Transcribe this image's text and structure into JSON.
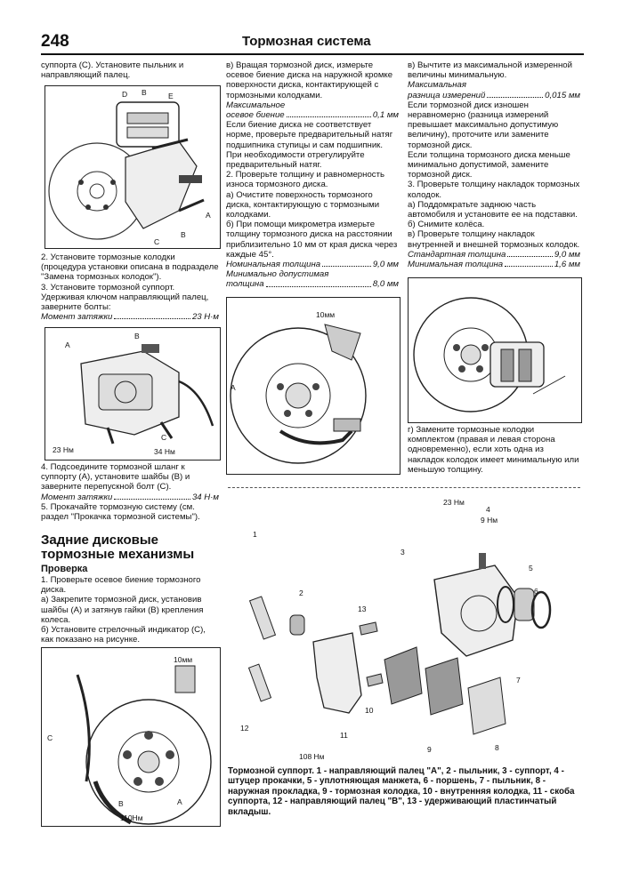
{
  "header": {
    "page_number": "248",
    "title": "Тормозная система"
  },
  "col1": {
    "p1": "суппорта (С). Установите пыльник и направляющий палец.",
    "fig1_labels": {
      "d": "D",
      "b": "B",
      "e": "E",
      "a": "A",
      "b2": "B",
      "c": "C"
    },
    "p2": "2. Установите тормозные колодки (процедура установки описана в подразделе \"Замена тормозных колодок\").",
    "p3": "3. Установите тормозной суппорт. Удерживая ключом направляющий палец, заверните болты:",
    "torque1_label": "Момент затяжки",
    "torque1_value": "23 Н·м",
    "fig2_labels": {
      "a": "A",
      "b": "B",
      "c": "C",
      "t1": "23 Нм",
      "t2": "34 Нм"
    },
    "p4": "4. Подсоедините тормозной шланг к суппорту (А), установите шайбы (В) и заверните перепускной болт (С).",
    "torque2_label": "Момент затяжки",
    "torque2_value": "34 Н·м",
    "p5": "5. Прокачайте тормозную систему (см. раздел \"Прокачка тормозной системы\").",
    "section_title": "Задние дисковые тормозные механизмы",
    "subsection_title": "Проверка",
    "p6": "1. Проверьте осевое биение тормозного диска.",
    "p7": "а) Закрепите тормозной диск, установив шайбы (А) и затянув гайки (В) крепления колеса.",
    "p8": "б) Установите стрелочный индикатор (С), как показано на рисунке.",
    "fig3_labels": {
      "mm": "10мм",
      "c": "C",
      "a": "A",
      "b": "B",
      "t": "110Нм"
    }
  },
  "col2": {
    "p1": "в) Вращая тормозной диск, измерьте осевое биение диска на наружной кромке поверхности диска, контактирующей с тормозными колодками.",
    "spec1_label1": "Максимальное",
    "spec1_label2": "осевое биение",
    "spec1_value": "0,1 мм",
    "p2": "Если биение диска не соответствует норме, проверьте предварительный натяг подшипника ступицы и сам подшипник. При необходимости отрегулируйте предварительный натяг.",
    "p3": "2. Проверьте толщину и равномерность износа тормозного диска.",
    "p4": "а) Очистите поверхность тормозного диска, контактирующую с тормозными колодками.",
    "p5": "б) При помощи микрометра измерьте толщину тормозного диска на расстоянии приблизительно 10 мм от края диска через каждые 45°.",
    "spec2_label": "Номинальная толщина",
    "spec2_value": "9,0 мм",
    "spec3_label1": "Минимально допустимая",
    "spec3_label2": "толщина",
    "spec3_value": "8,0 мм",
    "fig_labels": {
      "mm": "10мм",
      "a": "A"
    }
  },
  "col3": {
    "p1": "в) Вычтите из максимальной измеренной величины минимальную.",
    "spec1_label1": "Максимальная",
    "spec1_label2": "разница измерений",
    "spec1_value": "0,015 мм",
    "p2": "Если тормозной диск изношен неравномерно (разница измерений превышает максимально допустимую величину), проточите или замените тормозной диск.",
    "p3": "Если толщина тормозного диска меньше минимально допустимой, замените тормозной диск.",
    "p4": "3. Проверьте толщину накладок тормозных колодок.",
    "p5": "а) Поддомкратьте заднюю часть автомобиля и установите ее на подставки.",
    "p6": "б) Снимите колёса.",
    "p7": "в) Проверьте толщину накладок внутренней и внешней тормозных колодок.",
    "spec2_label": "Стандартная толщина",
    "spec2_value": "9,0 мм",
    "spec3_label": "Минимальная толщина",
    "spec3_value": "1,6 мм",
    "p8": "г) Замените тормозные колодки комплектом (правая и левая сторона одновременно), если хоть одна из накладок колодок имеет минимальную или меньшую толщину."
  },
  "exploded": {
    "labels": {
      "n1": "1",
      "n2": "2",
      "n3": "3",
      "n4": "4",
      "n5": "5",
      "n6": "6",
      "n7": "7",
      "n8": "8",
      "n9": "9",
      "n10": "10",
      "n11": "11",
      "n12": "12",
      "n13": "13",
      "t23": "23 Нм",
      "t9": "9 Нм",
      "t108": "108 Нм"
    },
    "caption": "Тормозной суппорт. 1 - направляющий палец \"А\", 2 - пыльник, 3 - суппорт, 4 - штуцер прокачки, 5 - уплотняющая манжета, 6 - поршень, 7 - пыльник, 8 - наружная прокладка, 9 - тормозная колодка, 10 - внутренняя колодка, 11 - скоба суппорта, 12 - направляющий палец \"В\", 13 - удерживающий пластинчатый вкладыш."
  }
}
